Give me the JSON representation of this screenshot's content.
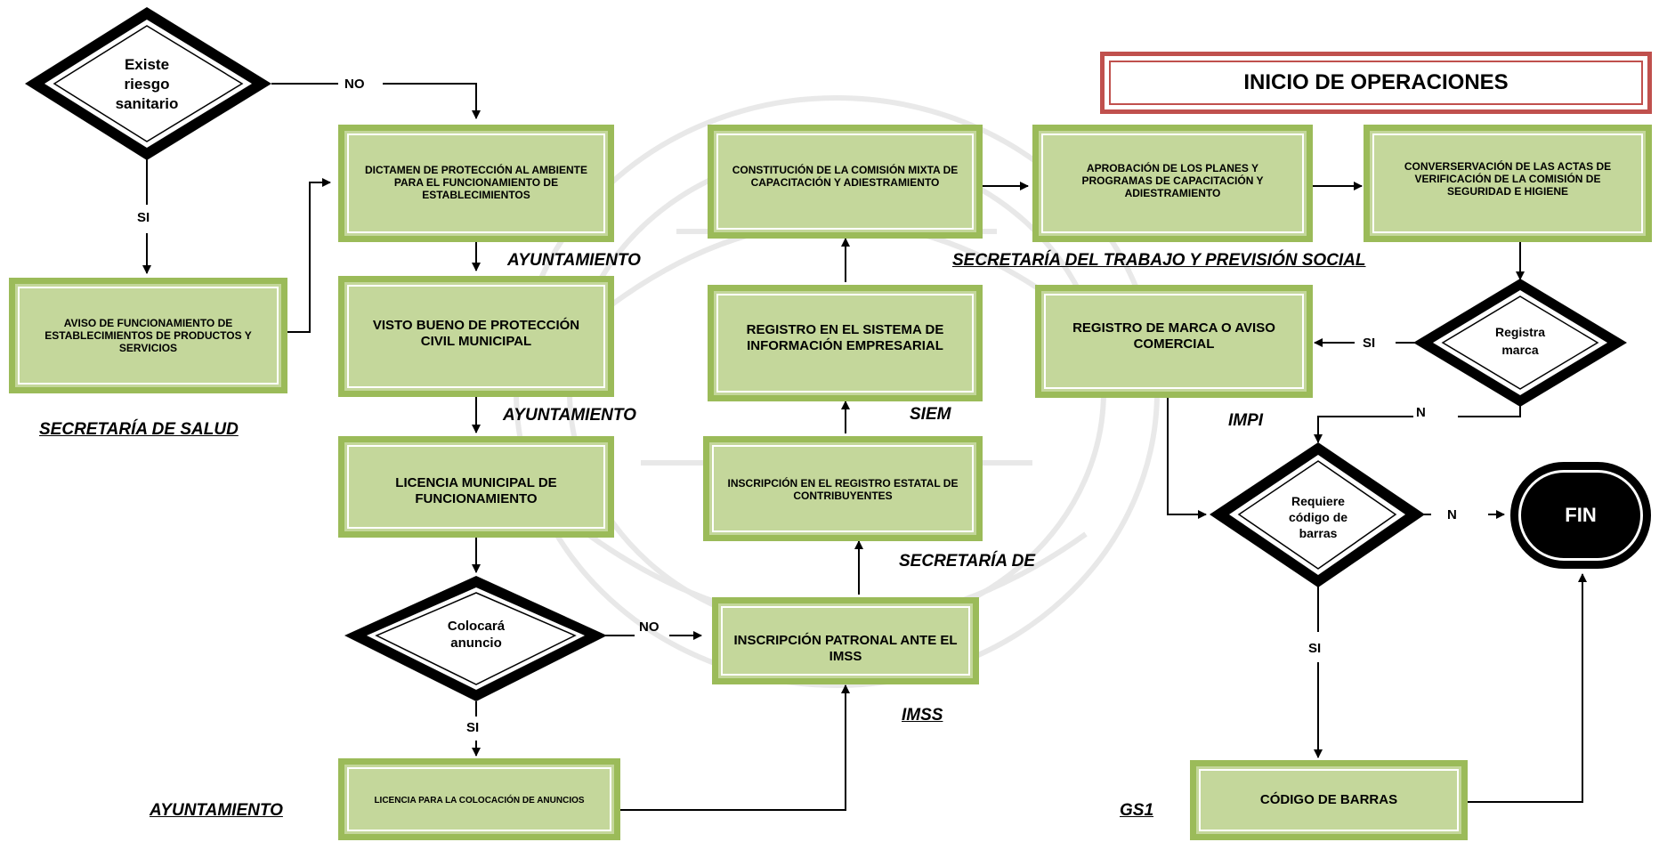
{
  "boxes": {
    "dictamen": "DICTAMEN DE PROTECCIÓN AL AMBIENTE PARA EL FUNCIONAMIENTO DE ESTABLECIMIENTOS",
    "aviso": "AVISO DE FUNCIONAMIENTO DE ESTABLECIMIENTOS DE PRODUCTOS Y SERVICIOS",
    "visto_bueno": "VISTO BUENO DE PROTECCIÓN CIVIL MUNICIPAL",
    "licencia_municipal": "LICENCIA MUNICIPAL DE FUNCIONAMIENTO",
    "licencia_anuncios": "LICENCIA PARA LA COLOCACIÓN DE ANUNCIOS",
    "constitucion": "CONSTITUCIÓN DE LA COMISIÓN MIXTA DE CAPACITACIÓN Y ADIESTRAMIENTO",
    "registro_siem": "REGISTRO EN EL SISTEMA DE INFORMACIÓN EMPRESARIAL",
    "inscripcion_registro": "INSCRIPCIÓN EN EL REGISTRO ESTATAL DE  CONTRIBUYENTES",
    "inscripcion_imss": "INSCRIPCIÓN PATRONAL ANTE EL IMSS",
    "aprobacion": "APROBACIÓN DE LOS PLANES Y PROGRAMAS DE CAPACITACIÓN Y ADIESTRAMIENTO",
    "conservacion": "CONVERSERVACIÓN DE LAS ACTAS DE VERIFICACIÓN DE LA COMISIÓN DE SEGURIDAD E HIGIENE",
    "registro_marca": "REGISTRO DE MARCA O AVISO COMERCIAL",
    "codigo_barras": "CÓDIGO DE BARRAS"
  },
  "decisions": {
    "riesgo": "Existe riesgo sanitario",
    "anuncio": "Colocará anuncio",
    "marca": "Registra marca",
    "codigo": "Requiere código de barras"
  },
  "terminals": {
    "inicio": "INICIO DE OPERACIONES",
    "fin": "FIN"
  },
  "agencies": {
    "secretaria_salud": "SECRETARÍA DE SALUD",
    "ayuntamiento_1": "AYUNTAMIENTO",
    "ayuntamiento_2": "AYUNTAMIENTO",
    "ayuntamiento_3": "AYUNTAMIENTO",
    "siem": "SIEM",
    "secretaria_de": "SECRETARÍA DE",
    "imss": "IMSS",
    "secretaria_trabajo": "SECRETARÍA DEL TRABAJO Y PREVISIÓN SOCIAL",
    "impi": "IMPI",
    "gs1": "GS1"
  },
  "branches": {
    "no_riesgo": "NO",
    "si_riesgo": "SI",
    "no_anuncio": "NO",
    "si_anuncio": "SI",
    "si_marca": "SI",
    "n_marca": "N",
    "n_codigo": "N",
    "si_codigo": "SI"
  },
  "colors": {
    "box_fill": "#c4d79b",
    "box_border": "#9bbb59",
    "start_border": "#c0504d",
    "watermark": "#e3e3e3"
  }
}
